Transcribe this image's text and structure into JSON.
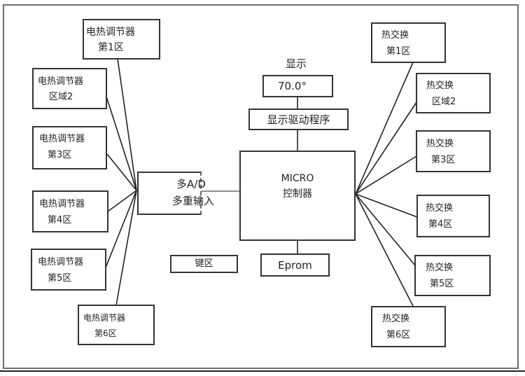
{
  "diagram": {
    "title": "",
    "left_heaters": [
      {
        "line1": "电热调节器",
        "line2": "第1区"
      },
      {
        "line1": "电热调节器",
        "line2": "区域2"
      },
      {
        "line1": "电热调节器",
        "line2": "第3区"
      },
      {
        "line1": "电热调节器",
        "line2": "第4区"
      },
      {
        "line1": "电热调节器",
        "line2": "第5区"
      },
      {
        "line1": "电热调节器",
        "line2": "第6区"
      }
    ],
    "right_exchangers": [
      {
        "line1": "热交换",
        "line2": "第1区"
      },
      {
        "line1": "热交换",
        "line2": "区域2"
      },
      {
        "line1": "热交换",
        "line2": "第3区"
      },
      {
        "line1": "热交换",
        "line2": "第4区"
      },
      {
        "line1": "热交换",
        "line2": "第5区"
      },
      {
        "line1": "热交换",
        "line2": "第6区"
      }
    ],
    "ad_box": {
      "line1": "多A/D",
      "line2": "多重输入"
    },
    "display": {
      "caption": "显示",
      "value": "70.0°"
    },
    "display_driver": "显示驱动程序",
    "micro": {
      "line1": "MICRO",
      "line2": "控制器"
    },
    "eprom": "Eprom",
    "keypad": "键区"
  }
}
